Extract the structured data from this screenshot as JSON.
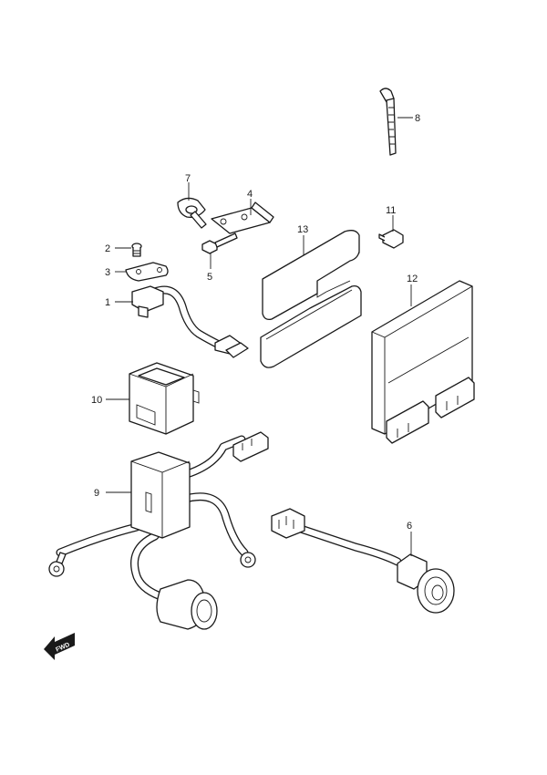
{
  "callouts": [
    "1",
    "2",
    "3",
    "4",
    "5",
    "6",
    "7",
    "8",
    "9",
    "10",
    "11",
    "12",
    "13"
  ],
  "direction_label": "FWD"
}
